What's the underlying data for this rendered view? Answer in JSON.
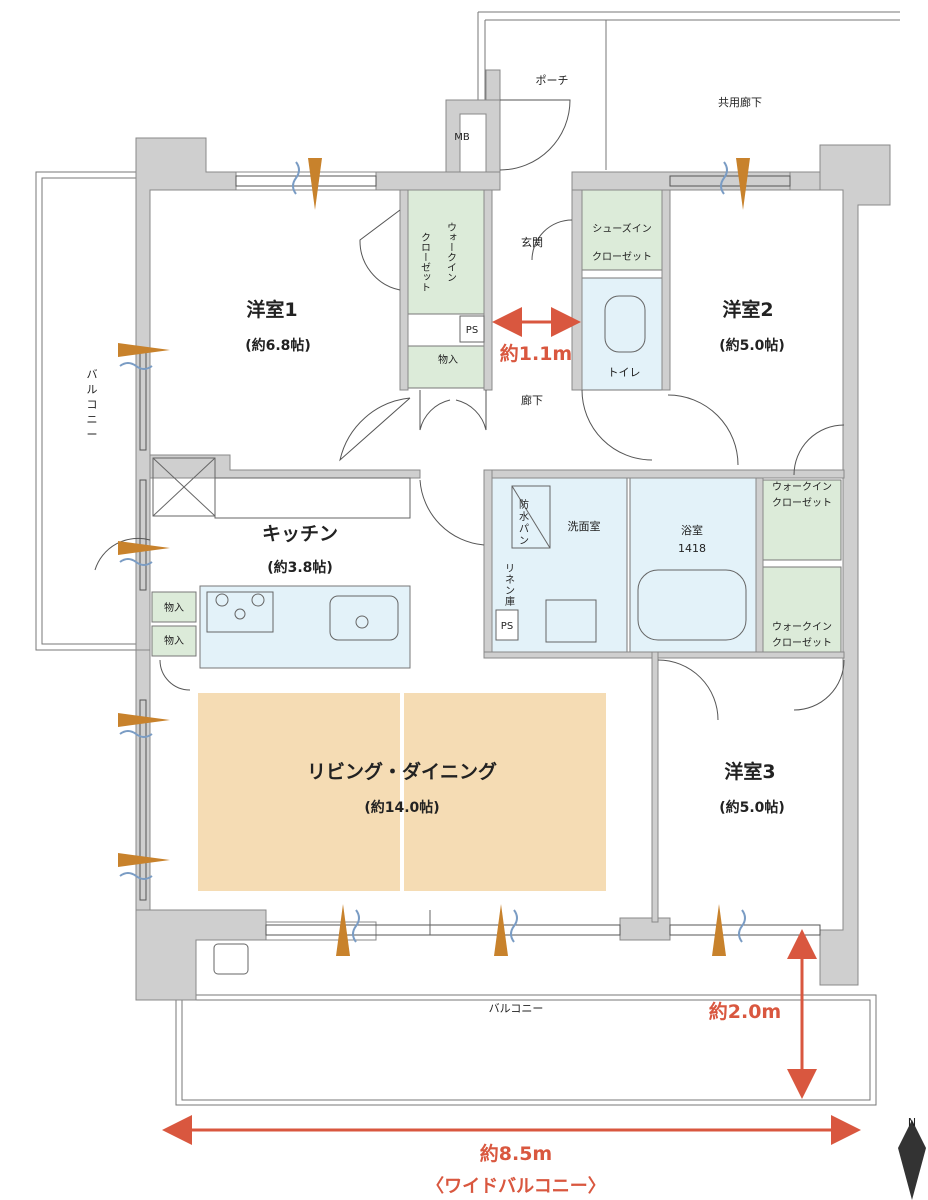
{
  "rooms": {
    "porch": "ポーチ",
    "common_corridor": "共用廊下",
    "mb": "MB",
    "western1_name": "洋室1",
    "western1_size": "(約6.8帖)",
    "walkin1_a": "ウォークイン",
    "walkin1_b": "クローゼット",
    "ps1": "PS",
    "storage1": "物入",
    "entrance": "玄関",
    "shoes_a": "シューズイン",
    "shoes_b": "クローゼット",
    "toilet": "トイレ",
    "western2_name": "洋室2",
    "western2_size": "(約5.0帖)",
    "hallway": "廊下",
    "kitchen_name": "キッチン",
    "kitchen_size": "(約3.8帖)",
    "storage2": "物入",
    "storage3": "物入",
    "waterproof_pan": [
      "防",
      "水",
      "パ",
      "ン"
    ],
    "linen": [
      "リ",
      "ネ",
      "ン",
      "庫"
    ],
    "ps2": "PS",
    "washroom": "洗面室",
    "bath_name": "浴室",
    "bath_size": "1418",
    "walkin2_a": "ウォークイン",
    "walkin2_b": "クローゼット",
    "walkin3_a": "ウォークイン",
    "walkin3_b": "クローゼット",
    "living_name": "リビング・ダイニング",
    "living_size": "(約14.0帖)",
    "western3_name": "洋室3",
    "western3_size": "(約5.0帖)",
    "balcony_side": [
      "バ",
      "ル",
      "コ",
      "ニ",
      "ー"
    ],
    "balcony_bottom": "バルコニー"
  },
  "dimensions": {
    "corridor_width": "約1.1m",
    "balcony_depth": "約2.0m",
    "balcony_width": "約8.5m",
    "wide_balcony": "〈ワイドバルコニー〉"
  },
  "compass": "N",
  "colors": {
    "wall": "#cfcfcf",
    "closet": "#dcebd9",
    "wet_area": "#e3f2f9",
    "living_floor": "#f5dcb4",
    "accent": "#d9573f",
    "vent_orange": "#c8822c",
    "vent_blue": "#7a9cc4"
  }
}
